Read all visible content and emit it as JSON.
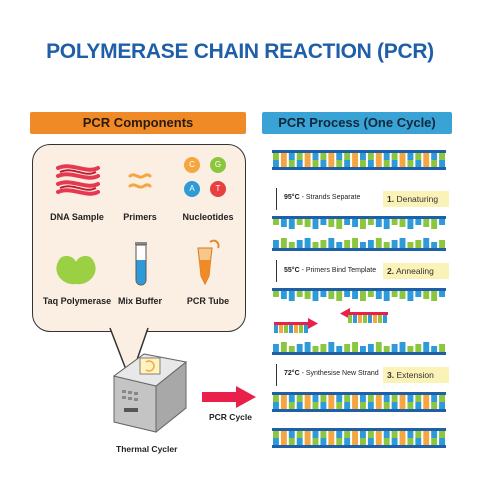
{
  "title": "POLYMERASE CHAIN REACTION (PCR)",
  "left_panel": {
    "heading": "PCR Components",
    "components": [
      {
        "label": "DNA Sample",
        "icon": "dna-icon"
      },
      {
        "label": "Primers",
        "icon": "primers-icon"
      },
      {
        "label": "Nucleotides",
        "icon": "nucleotides-icon"
      },
      {
        "label": "Taq Polymerase",
        "icon": "taq-polymerase-icon"
      },
      {
        "label": "Mix Buffer",
        "icon": "test-tube-icon"
      },
      {
        "label": "PCR Tube",
        "icon": "pcr-tube-icon"
      }
    ],
    "nucleotides": [
      "C",
      "G",
      "A",
      "T"
    ],
    "nucleotide_colors": [
      "#f4a640",
      "#8cc63f",
      "#2e9ad8",
      "#e84040"
    ],
    "thermal_cycler_label": "Thermal Cycler",
    "cycle_label": "PCR Cycle"
  },
  "right_panel": {
    "heading": "PCR Process (One Cycle)",
    "steps": [
      {
        "temp": "95°C",
        "text": " - Strands Separate",
        "num": "1.",
        "name": "Denaturing"
      },
      {
        "temp": "55°C",
        "text": " - Primers Bind Template",
        "num": "2.",
        "name": "Annealing"
      },
      {
        "temp": "72°C",
        "text": " - Synthesise New Strand",
        "num": "3.",
        "name": "Extension"
      }
    ]
  },
  "colors": {
    "title": "#1f5fa8",
    "orange": "#ef8a26",
    "blue": "#3aa3d6",
    "strand_green": "#8cc63f",
    "strand_blue": "#2e9ad8",
    "strand_orange": "#f4a640",
    "arrow_red": "#e8204a"
  }
}
